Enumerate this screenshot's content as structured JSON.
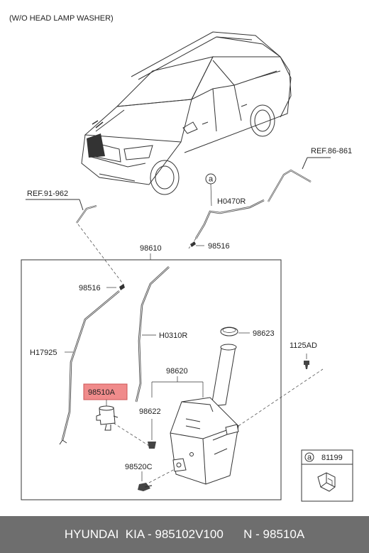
{
  "header": {
    "note": "(W/O HEAD LAMP WASHER)"
  },
  "labels": {
    "ref_86_861": "REF.86-861",
    "ref_91_962": "REF.91-962",
    "h0470r": "H0470R",
    "p98516_top": "98516",
    "p98610": "98610",
    "p98516_left": "98516",
    "h17925": "H17925",
    "h0310r": "H0310R",
    "p98623": "98623",
    "p1125ad": "1125AD",
    "p98620": "98620",
    "p98510a": "98510A",
    "p98622": "98622",
    "p98520c": "98520C",
    "circle_a_top": "a",
    "inset_circle_a": "a",
    "inset_part": "81199"
  },
  "highlight_color": "#f08b8b",
  "footer": {
    "brand": "HYUNDAI  KIA - 985102V100",
    "oem": "N - 98510A"
  }
}
